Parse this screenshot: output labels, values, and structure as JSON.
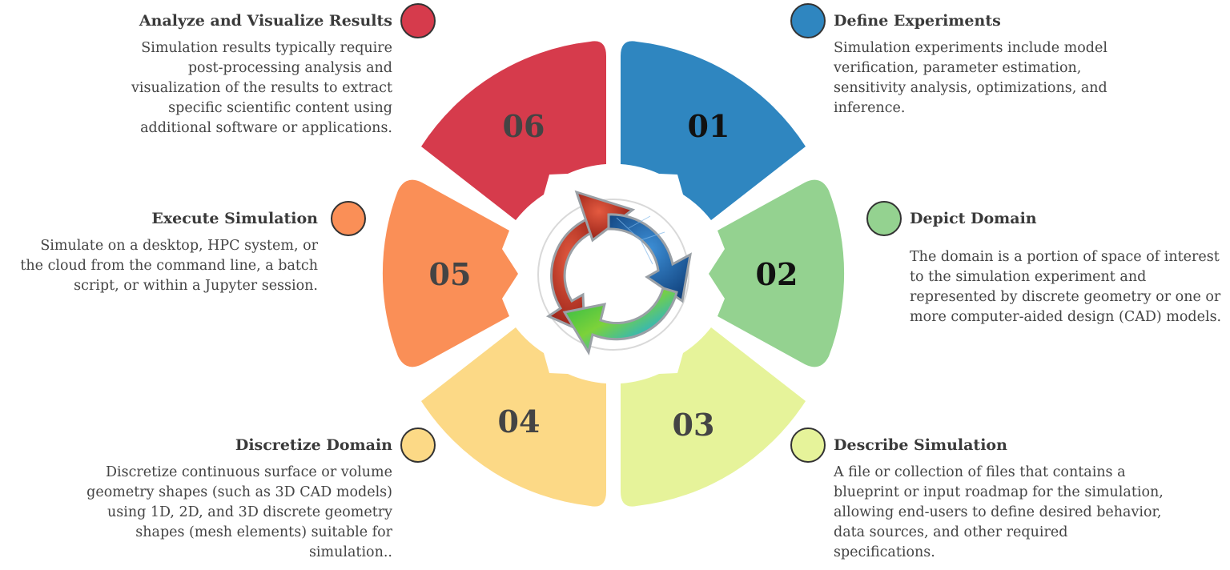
{
  "colors": {
    "step01": "#2f86c0",
    "step02": "#94d290",
    "step03": "#e6f39a",
    "step04": "#fcd986",
    "step05": "#fa8f57",
    "step06": "#d63b4c"
  },
  "center_icon": "cycle-arrows-icon",
  "steps": [
    {
      "number": "01",
      "title": "Define Experiments",
      "description": "Simulation experiments include model verification, parameter estimation, sensitivity analysis, optimizations, and inference."
    },
    {
      "number": "02",
      "title": "Depict Domain",
      "description": "The domain is a portion of space of interest to the simulation experiment and represented by discrete geometry or one or more computer-aided design (CAD) models."
    },
    {
      "number": "03",
      "title": "Describe Simulation",
      "description": "A file or collection of files that contains a blueprint or input roadmap for the simulation, allowing end-users to define desired behavior, data sources, and other required specifications."
    },
    {
      "number": "04",
      "title": "Discretize Domain",
      "description": "Discretize continuous surface or volume geometry shapes (such as 3D CAD models) using 1D, 2D, and 3D discrete geometry shapes (mesh elements) suitable for simulation.."
    },
    {
      "number": "05",
      "title": "Execute Simulation",
      "description": "Simulate on a desktop, HPC system, or the cloud from the command line, a batch script, or within a Jupyter session."
    },
    {
      "number": "06",
      "title": "Analyze and Visualize Results",
      "description": "Simulation results typically require post-processing analysis and visualization of the results to extract specific scientific content using additional software or applications."
    }
  ]
}
